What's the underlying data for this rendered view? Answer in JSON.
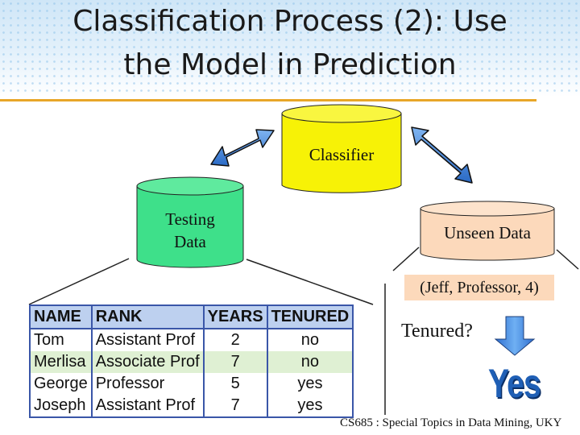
{
  "title": "Classification Process (2): Use the Model in Prediction",
  "nodes": {
    "classifier": "Classifier",
    "testing": "Testing Data",
    "unseen": "Unseen Data"
  },
  "query": "(Jeff, Professor, 4)",
  "prediction": {
    "question": "Tenured?",
    "answer": "Yes"
  },
  "table": {
    "headers": [
      "NAME",
      "RANK",
      "YEARS",
      "TENURED"
    ],
    "rows": [
      [
        "Tom",
        "Assistant Prof",
        "2",
        "no"
      ],
      [
        "Merlisa",
        "Associate Prof",
        "7",
        "no"
      ],
      [
        "George",
        "Professor",
        "5",
        "yes"
      ],
      [
        "Joseph",
        "Assistant Prof",
        "7",
        "yes"
      ]
    ]
  },
  "footer": "CS685 : Special Topics in Data Mining, UKY",
  "colors": {
    "classifier": "#f7f206",
    "testing": "#3ee08a",
    "unseen": "#fcd9bb",
    "table_header": "#bdd0ef",
    "row_highlight": "#dff0d3",
    "arrow": "#3a7fd8",
    "accent_rule": "#e8a628"
  }
}
